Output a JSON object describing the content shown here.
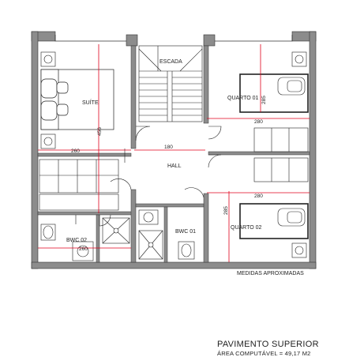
{
  "plan": {
    "rooms": {
      "suite": "SUÍTE",
      "escada": "ESCADA",
      "hall": "HALL",
      "quarto1": "QUARTO 01",
      "quarto2": "QUARTO 02",
      "bwc1": "BWC 01",
      "bwc2": "BWC 02"
    },
    "dimensions": {
      "suite_width": "260",
      "suite_height": "456",
      "hall_width": "180",
      "quarto1_width": "280",
      "quarto1_depth": "285",
      "quarto2_width": "280",
      "quarto2_depth": "285",
      "bwc2_width": "260"
    },
    "colors": {
      "wall": "#808080",
      "line": "#111111",
      "dimension": "#e0001b"
    }
  },
  "footer": {
    "note": "MEDIDAS APROXIMADAS",
    "title": "PAVIMENTO SUPERIOR",
    "area": "ÁREA  COMPUTÁVEL = 49,17 M2"
  }
}
